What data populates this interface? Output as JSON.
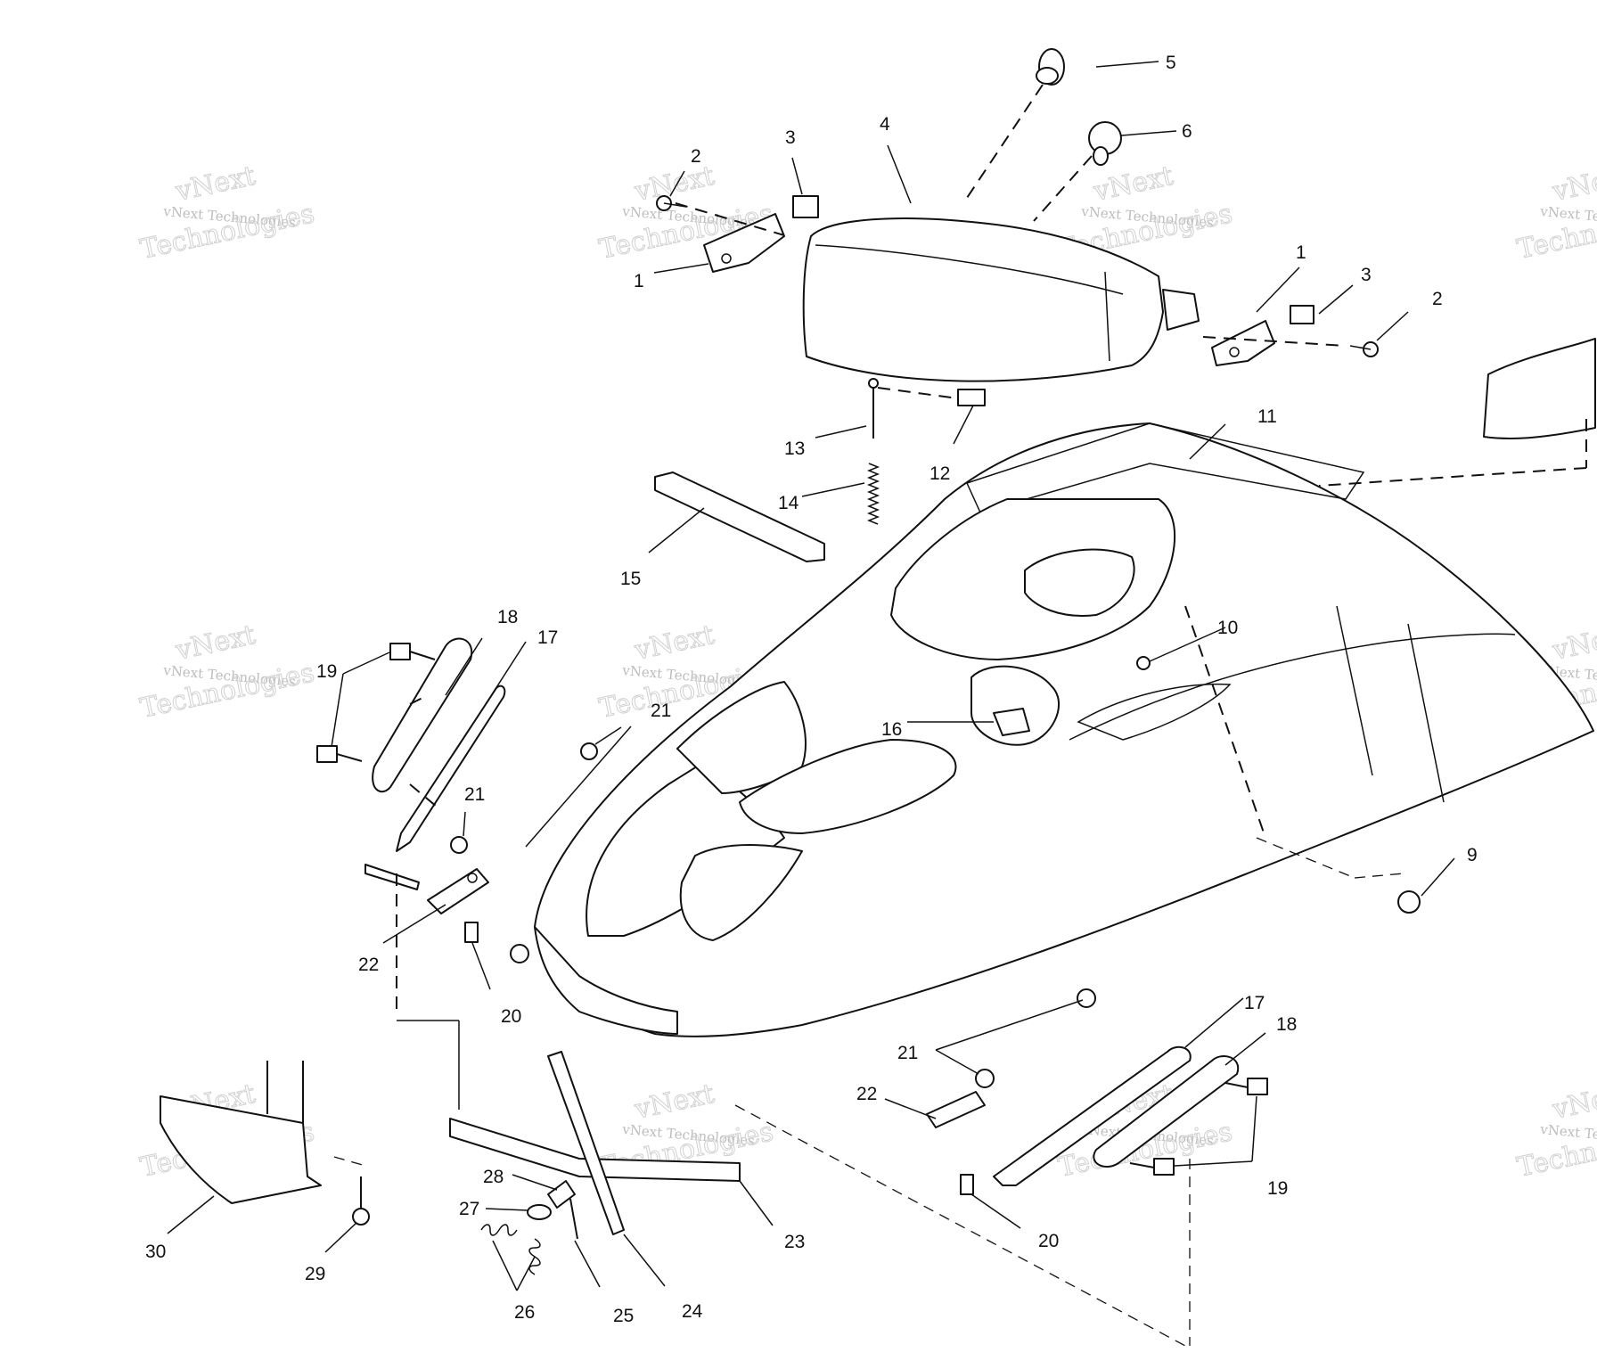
{
  "watermark": {
    "brand": "vNext",
    "line1": "vNext Technologies",
    "line2": "Technologies"
  },
  "callouts": {
    "c1a": "1",
    "c1b": "1",
    "c2a": "2",
    "c2b": "2",
    "c3a": "3",
    "c3b": "3",
    "c4": "4",
    "c5": "5",
    "c6": "6",
    "c9": "9",
    "c10": "10",
    "c11": "11",
    "c12": "12",
    "c13": "13",
    "c14": "14",
    "c15": "15",
    "c16": "16",
    "c17a": "17",
    "c17b": "17",
    "c18a": "18",
    "c18b": "18",
    "c19a": "19",
    "c19b": "19",
    "c20a": "20",
    "c20b": "20",
    "c21a": "21",
    "c21b": "21",
    "c21c": "21",
    "c22a": "22",
    "c22b": "22",
    "c23": "23",
    "c24": "24",
    "c25": "25",
    "c26": "26",
    "c27": "27",
    "c28": "28",
    "c29": "29",
    "c30": "30"
  }
}
